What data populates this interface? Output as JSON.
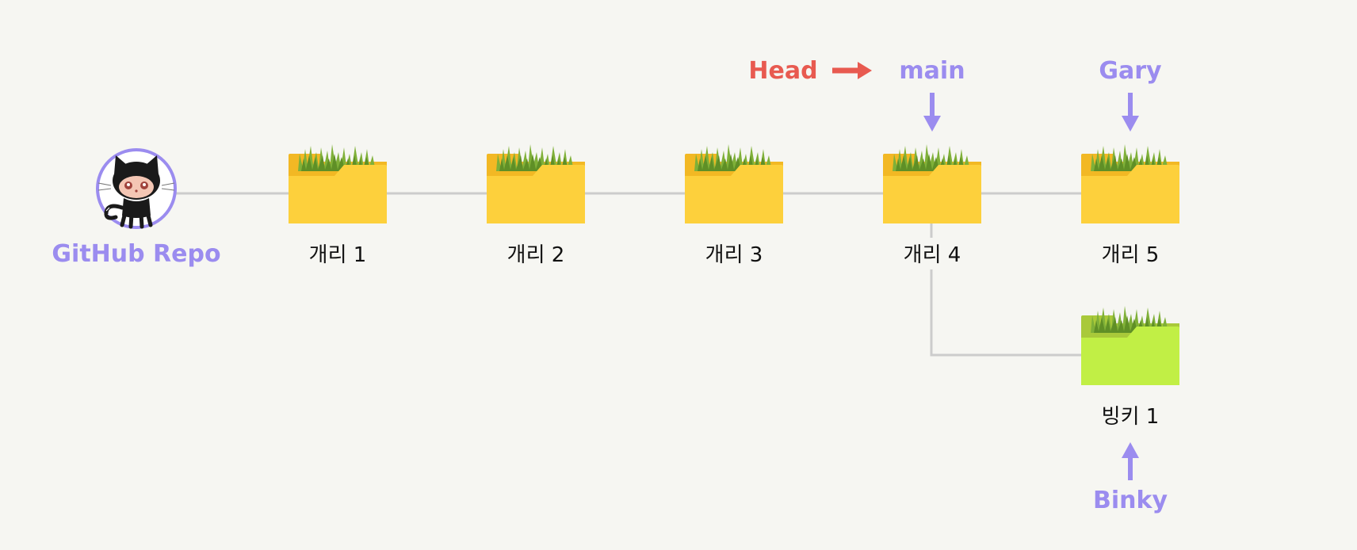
{
  "repo": {
    "label": "GitHub Repo",
    "icon": "octocat-icon"
  },
  "commits": [
    {
      "label": "개리 1",
      "branch": "main-line",
      "color": "#fdd03c",
      "tab_color": "#f2b824"
    },
    {
      "label": "개리 2",
      "branch": "main-line",
      "color": "#fdd03c",
      "tab_color": "#f2b824"
    },
    {
      "label": "개리 3",
      "branch": "main-line",
      "color": "#fdd03c",
      "tab_color": "#f2b824"
    },
    {
      "label": "개리 4",
      "branch": "main-line",
      "color": "#fdd03c",
      "tab_color": "#f2b824"
    },
    {
      "label": "개리 5",
      "branch": "main-line",
      "color": "#fdd03c",
      "tab_color": "#f2b824"
    },
    {
      "label": "빙키 1",
      "branch": "side-branch",
      "color": "#c1ef45",
      "tab_color": "#a9c93a"
    }
  ],
  "pointers": {
    "head": {
      "label": "Head",
      "color": "#e85a50",
      "points_to": "main"
    },
    "main": {
      "label": "main",
      "color": "#9b8cef",
      "points_to": "개리 4"
    },
    "gary": {
      "label": "Gary",
      "color": "#9b8cef",
      "points_to": "개리 5"
    },
    "binky": {
      "label": "Binky",
      "color": "#9b8cef",
      "points_to": "빙키 1"
    }
  },
  "colors": {
    "background": "#f6f6f2",
    "connector": "#cccccc",
    "accent": "#9b8cef",
    "head": "#e85a50",
    "grass_dark": "#6e9a2c",
    "grass_light": "#8cbd3c"
  }
}
